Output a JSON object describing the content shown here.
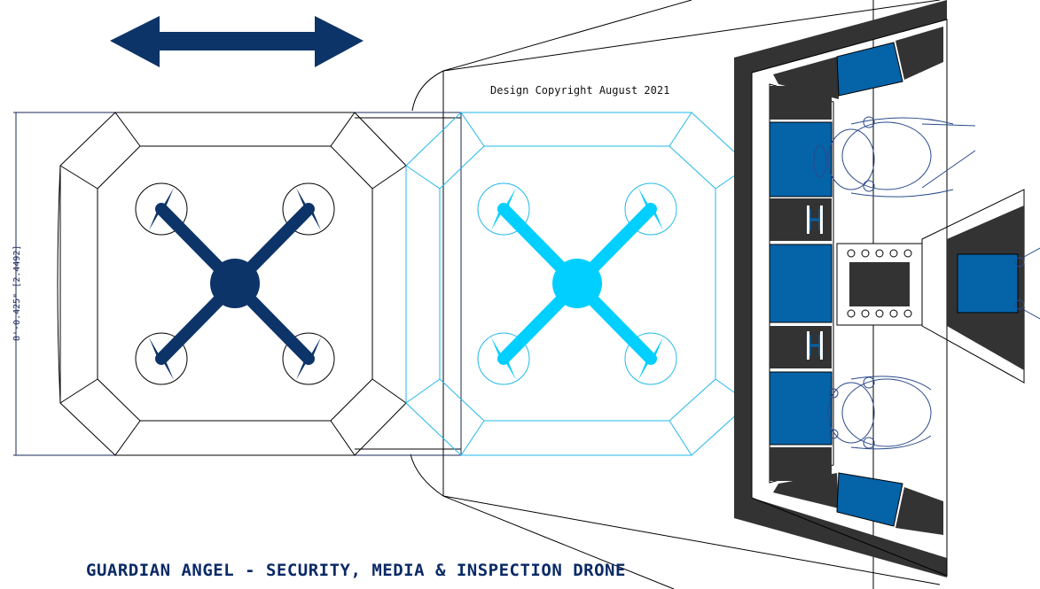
{
  "copyright": "Design Copyright August 2021",
  "dimension_label": "8'-0.425\" [2.4492]",
  "title": "GUARDIAN ANGEL - SECURITY, MEDIA & INSPECTION DRONE",
  "colors": {
    "dark_navy": "#0d3468",
    "cyan": "#00cfff",
    "cyan_outline": "#22b8e8",
    "seat_blue": "#0563a8",
    "dark_panel": "#333333",
    "line": "#000000",
    "figure_outline": "#2a4a8a"
  }
}
